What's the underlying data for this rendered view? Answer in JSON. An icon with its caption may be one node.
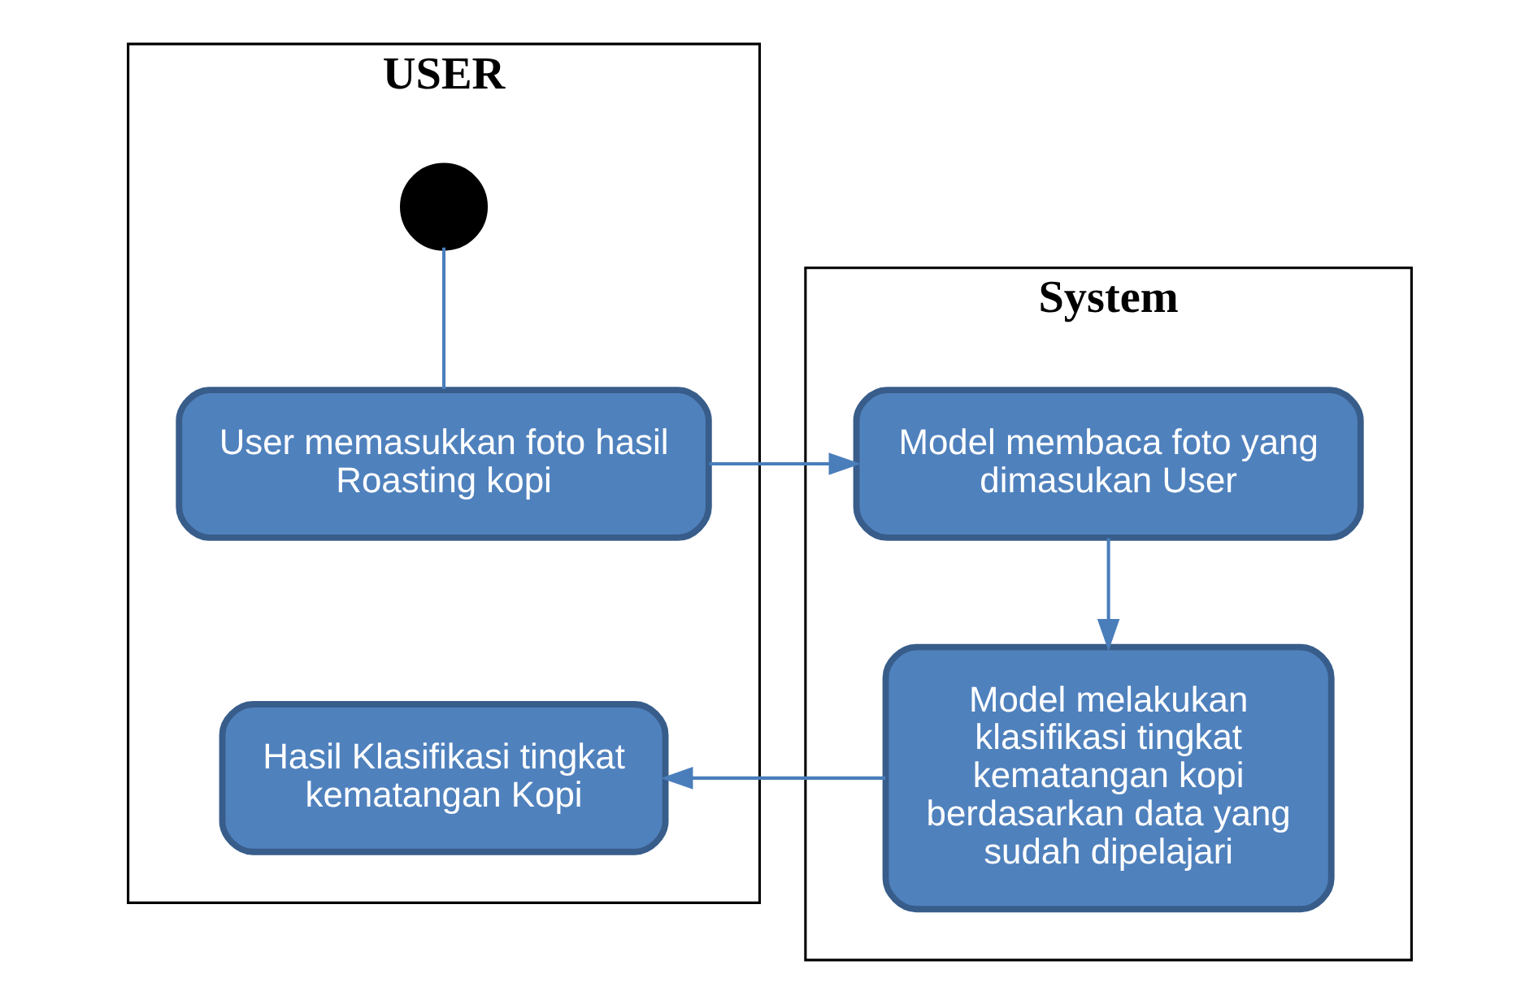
{
  "diagram": {
    "nodes": [
      {
        "text": [
          "USER"
        ]
      },
      {
        "text": [],
        "shape": "circle",
        "in": 0
      },
      {
        "text": [
          "User memasukkan foto hasil Roasting kopi"
        ],
        "in": 0
      },
      {
        "text": [
          "Hasil Klasifikasi tingkat kematangan Kopi"
        ],
        "in": 0
      },
      {
        "text": [
          "System"
        ]
      },
      {
        "text": [
          "Model membaca foto yang dimasukan User"
        ],
        "in": 4
      },
      {
        "text": [
          "Model melakukan klasifikasi tingkat kematangan kopi berdasarkan data yang sudah dipelajari"
        ],
        "in": 4
      }
    ],
    "edges": [
      {
        "from": 1,
        "to": 2,
        "arrow": "none"
      },
      {
        "from": 2,
        "to": 5,
        "arrow": "to"
      },
      {
        "from": 5,
        "to": 6,
        "arrow": "to"
      },
      {
        "from": 6,
        "to": 3,
        "arrow": "to"
      }
    ]
  }
}
